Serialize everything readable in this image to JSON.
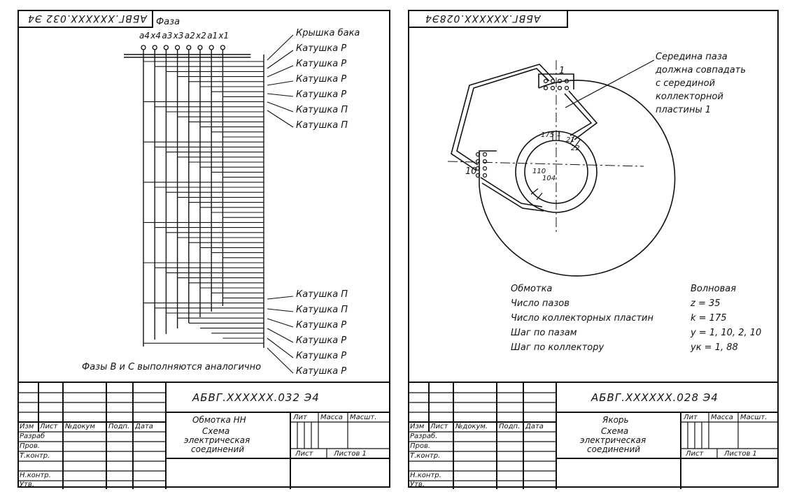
{
  "left_sheet": {
    "stamp_code": "АБВГ.XXXXXX.032 Э4",
    "faza_label": "Фаза",
    "phase_terminals": [
      "a4",
      "x4",
      "a3",
      "x3",
      "a2",
      "x2",
      "a1",
      "x1"
    ],
    "top_callouts": [
      "Крышка бака",
      "Катушка Р",
      "Катушка Р",
      "Катушка Р",
      "Катушка Р",
      "Катушка П",
      "Катушка П"
    ],
    "bottom_callouts": [
      "Катушка П",
      "Катушка П",
      "Катушка Р",
      "Катушка Р",
      "Катушка Р",
      "Катушка Р"
    ],
    "note": "Фазы В и С выполняются аналогично",
    "title_block": {
      "code": "АБВГ.XXXXXX.032 Э4",
      "name_line1": "Обмотка НН",
      "name_line2": "Схема",
      "name_line3": "электрическая",
      "name_line4": "соединений",
      "lit": "Лит",
      "massa": "Масса",
      "masht": "Масшт.",
      "list": "Лист",
      "listov": "Листов 1",
      "hdr_izm": "Изм",
      "hdr_list": "Лист",
      "hdr_ndoc": "№докум",
      "hdr_podp": "Подп.",
      "hdr_data": "Дата",
      "row_razrab": "Разраб",
      "row_prov": "Пров.",
      "row_tkontr": "Т.контр.",
      "row_nkontr": "Н.контр.",
      "row_utv": "Утв."
    }
  },
  "right_sheet": {
    "stamp_code": "АБВГ.XXXXXX.028Э4",
    "callout_lines": [
      "Середина паза",
      "должна совпадать",
      "с серединой",
      "коллекторной",
      "пластины 1"
    ],
    "diagram_labels": {
      "slot1": "1",
      "slot10": "10",
      "c175": "175",
      "c1": "1",
      "c21": "21",
      "c22": "22",
      "c110": "110",
      "c104": "104"
    },
    "specs": [
      {
        "label": "Обмотка",
        "value": "Волновая"
      },
      {
        "label": "Число пазов",
        "value": "z = 35"
      },
      {
        "label": "Число коллекторных пластин",
        "value": "k = 175"
      },
      {
        "label": "Шаг по пазам",
        "value": "y = 1, 10, 2, 10"
      },
      {
        "label": "Шаг по коллектору",
        "value": "yк = 1, 88"
      }
    ],
    "title_block": {
      "code": "АБВГ.XXXXXX.028 Э4",
      "name_line1": "Якорь",
      "name_line2": "Схема",
      "name_line3": "электрическая",
      "name_line4": "соединений",
      "lit": "Лит",
      "massa": "Масса",
      "masht": "Масшт.",
      "list": "Лист",
      "listov": "Листов 1",
      "hdr_izm": "Изм",
      "hdr_list": "Лист",
      "hdr_ndoc": "№докум.",
      "hdr_podp": "Подп.",
      "hdr_data": "Дата",
      "row_razrab": "Разраб.",
      "row_prov": "Пров.",
      "row_tkontr": "Т.контр.",
      "row_nkontr": "Н.контр.",
      "row_utv": "Утв."
    }
  }
}
